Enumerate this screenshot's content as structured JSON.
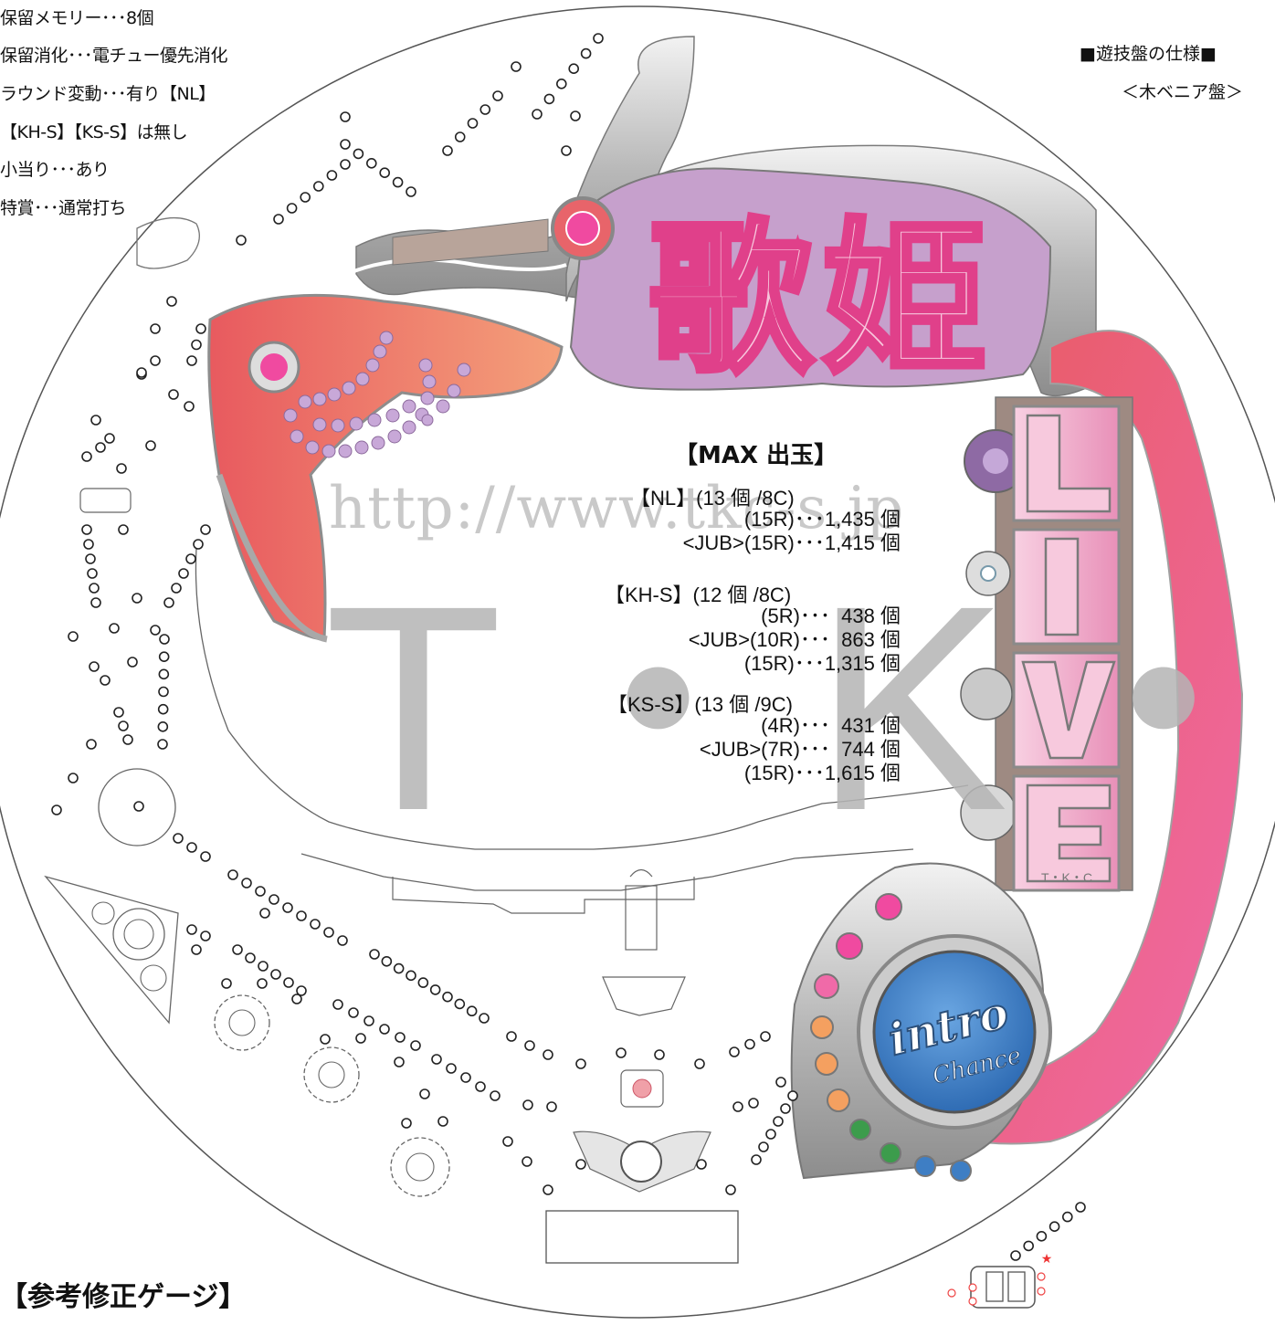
{
  "spec_lines": [
    "保留メモリー･･･8個",
    "保留消化･･･電チュー優先消化",
    "ラウンド変動･･･有り【NL】",
    "【KH-S】【KS-S】は無し",
    "小当り･･･あり",
    "特賞･･･通常打ち"
  ],
  "board_spec": {
    "title": "■遊技盤の仕様■",
    "type": "＜木ベニア盤＞"
  },
  "gauge_title": "【参考修正ゲージ】",
  "watermark": {
    "url": "http://www.tkc-s.jp",
    "logo": "T・K・C"
  },
  "logo": {
    "title": "歌姫",
    "live": "LIVE",
    "live_sub": "T・K・C",
    "intro": "intro",
    "chance": "Chance"
  },
  "max_output": {
    "heading": "【MAX 出玉】",
    "groups": [
      {
        "label": "【NL】(13 個 /8C)",
        "rows": [
          "(15R)･･･1,435 個",
          "<JUB>(15R)･･･1,415 個"
        ]
      },
      {
        "label": "【KH-S】(12 個 /8C)",
        "rows": [
          "(5R)･･･  438 個",
          "<JUB>(10R)･･･  863 個",
          "(15R)･･･1,315 個"
        ]
      },
      {
        "label": "【KS-S】(13 個 /9C)",
        "rows": [
          "(4R)･･･  431 個",
          "<JUB>(7R)･･･  744 個",
          "(15R)･･･1,615 個"
        ]
      }
    ]
  },
  "colors": {
    "accent_red": "#e8646a",
    "accent_pink": "#f06aa8",
    "silver": "#c4c4c4",
    "purple": "#b48cc4",
    "intro_blue": "#3e7ec4"
  }
}
